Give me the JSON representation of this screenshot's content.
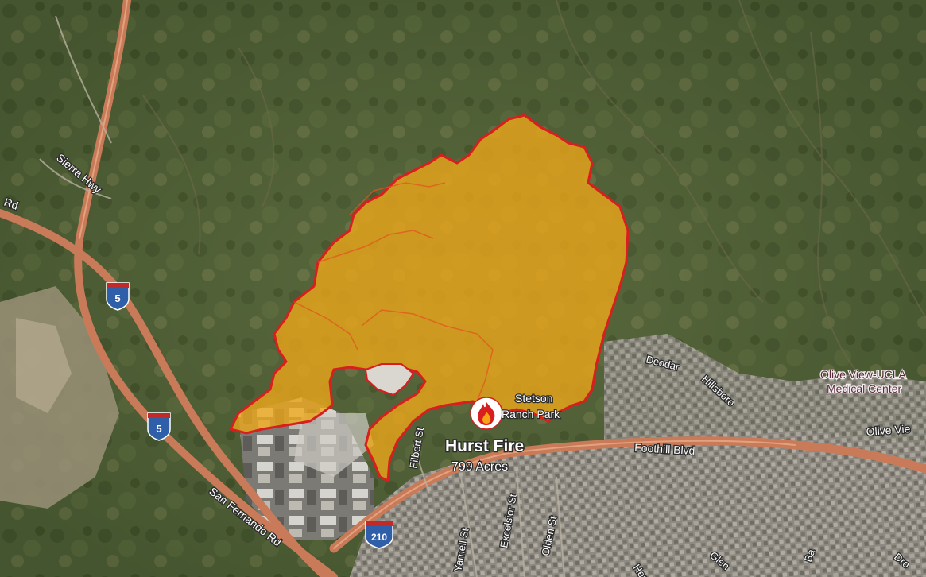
{
  "fire": {
    "name": "Hurst Fire",
    "acres": "799 Acres",
    "perimeter_color": "#d81e1e",
    "fill_color": "#f0a818"
  },
  "places": {
    "park": [
      "Stetson",
      "Ranch Park"
    ],
    "medical_center": [
      "Olive View-UCLA",
      "Medical Center"
    ]
  },
  "roads": {
    "sierra_hwy": "Sierra Hwy",
    "rd_left": "Rd",
    "i5_shield": "5",
    "i210_shield": "210",
    "san_fernando": "San Fernando Rd",
    "foothill": "Foothill Blvd",
    "filbert": "Filbert St",
    "yarnell": "Yarnell St",
    "excelsior": "Excelsior St",
    "olden": "Olden St",
    "deodar": "Deodar",
    "hillsboro": "Hillsboro",
    "olive_view": "Olive Vie",
    "her": "Her",
    "glen": "Glen",
    "bar": "Ba",
    "dro": "Dro"
  },
  "colors": {
    "terrain": "#4a5a34",
    "freeway": "#c97a58",
    "urban": "#8a8680",
    "shield_blue": "#2f5fa8",
    "shield_red": "#c22a2a"
  }
}
